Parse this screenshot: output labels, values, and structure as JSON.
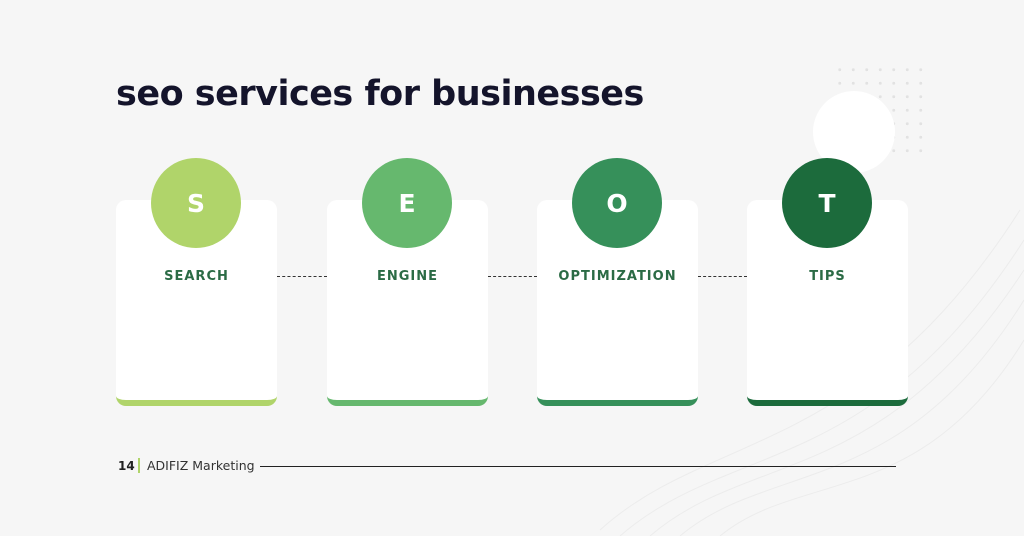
{
  "title": "seo services for businesses",
  "steps": [
    {
      "letter": "S",
      "label": "SEARCH",
      "color": "#b0d46a"
    },
    {
      "letter": "E",
      "label": "ENGINE",
      "color": "#66b86e"
    },
    {
      "letter": "O",
      "label": "OPTIMIZATION",
      "color": "#36905a"
    },
    {
      "letter": "T",
      "label": "TIPS",
      "color": "#1c6b3c"
    }
  ],
  "footer": {
    "page": "14",
    "brand": "ADIFIZ Marketing"
  }
}
